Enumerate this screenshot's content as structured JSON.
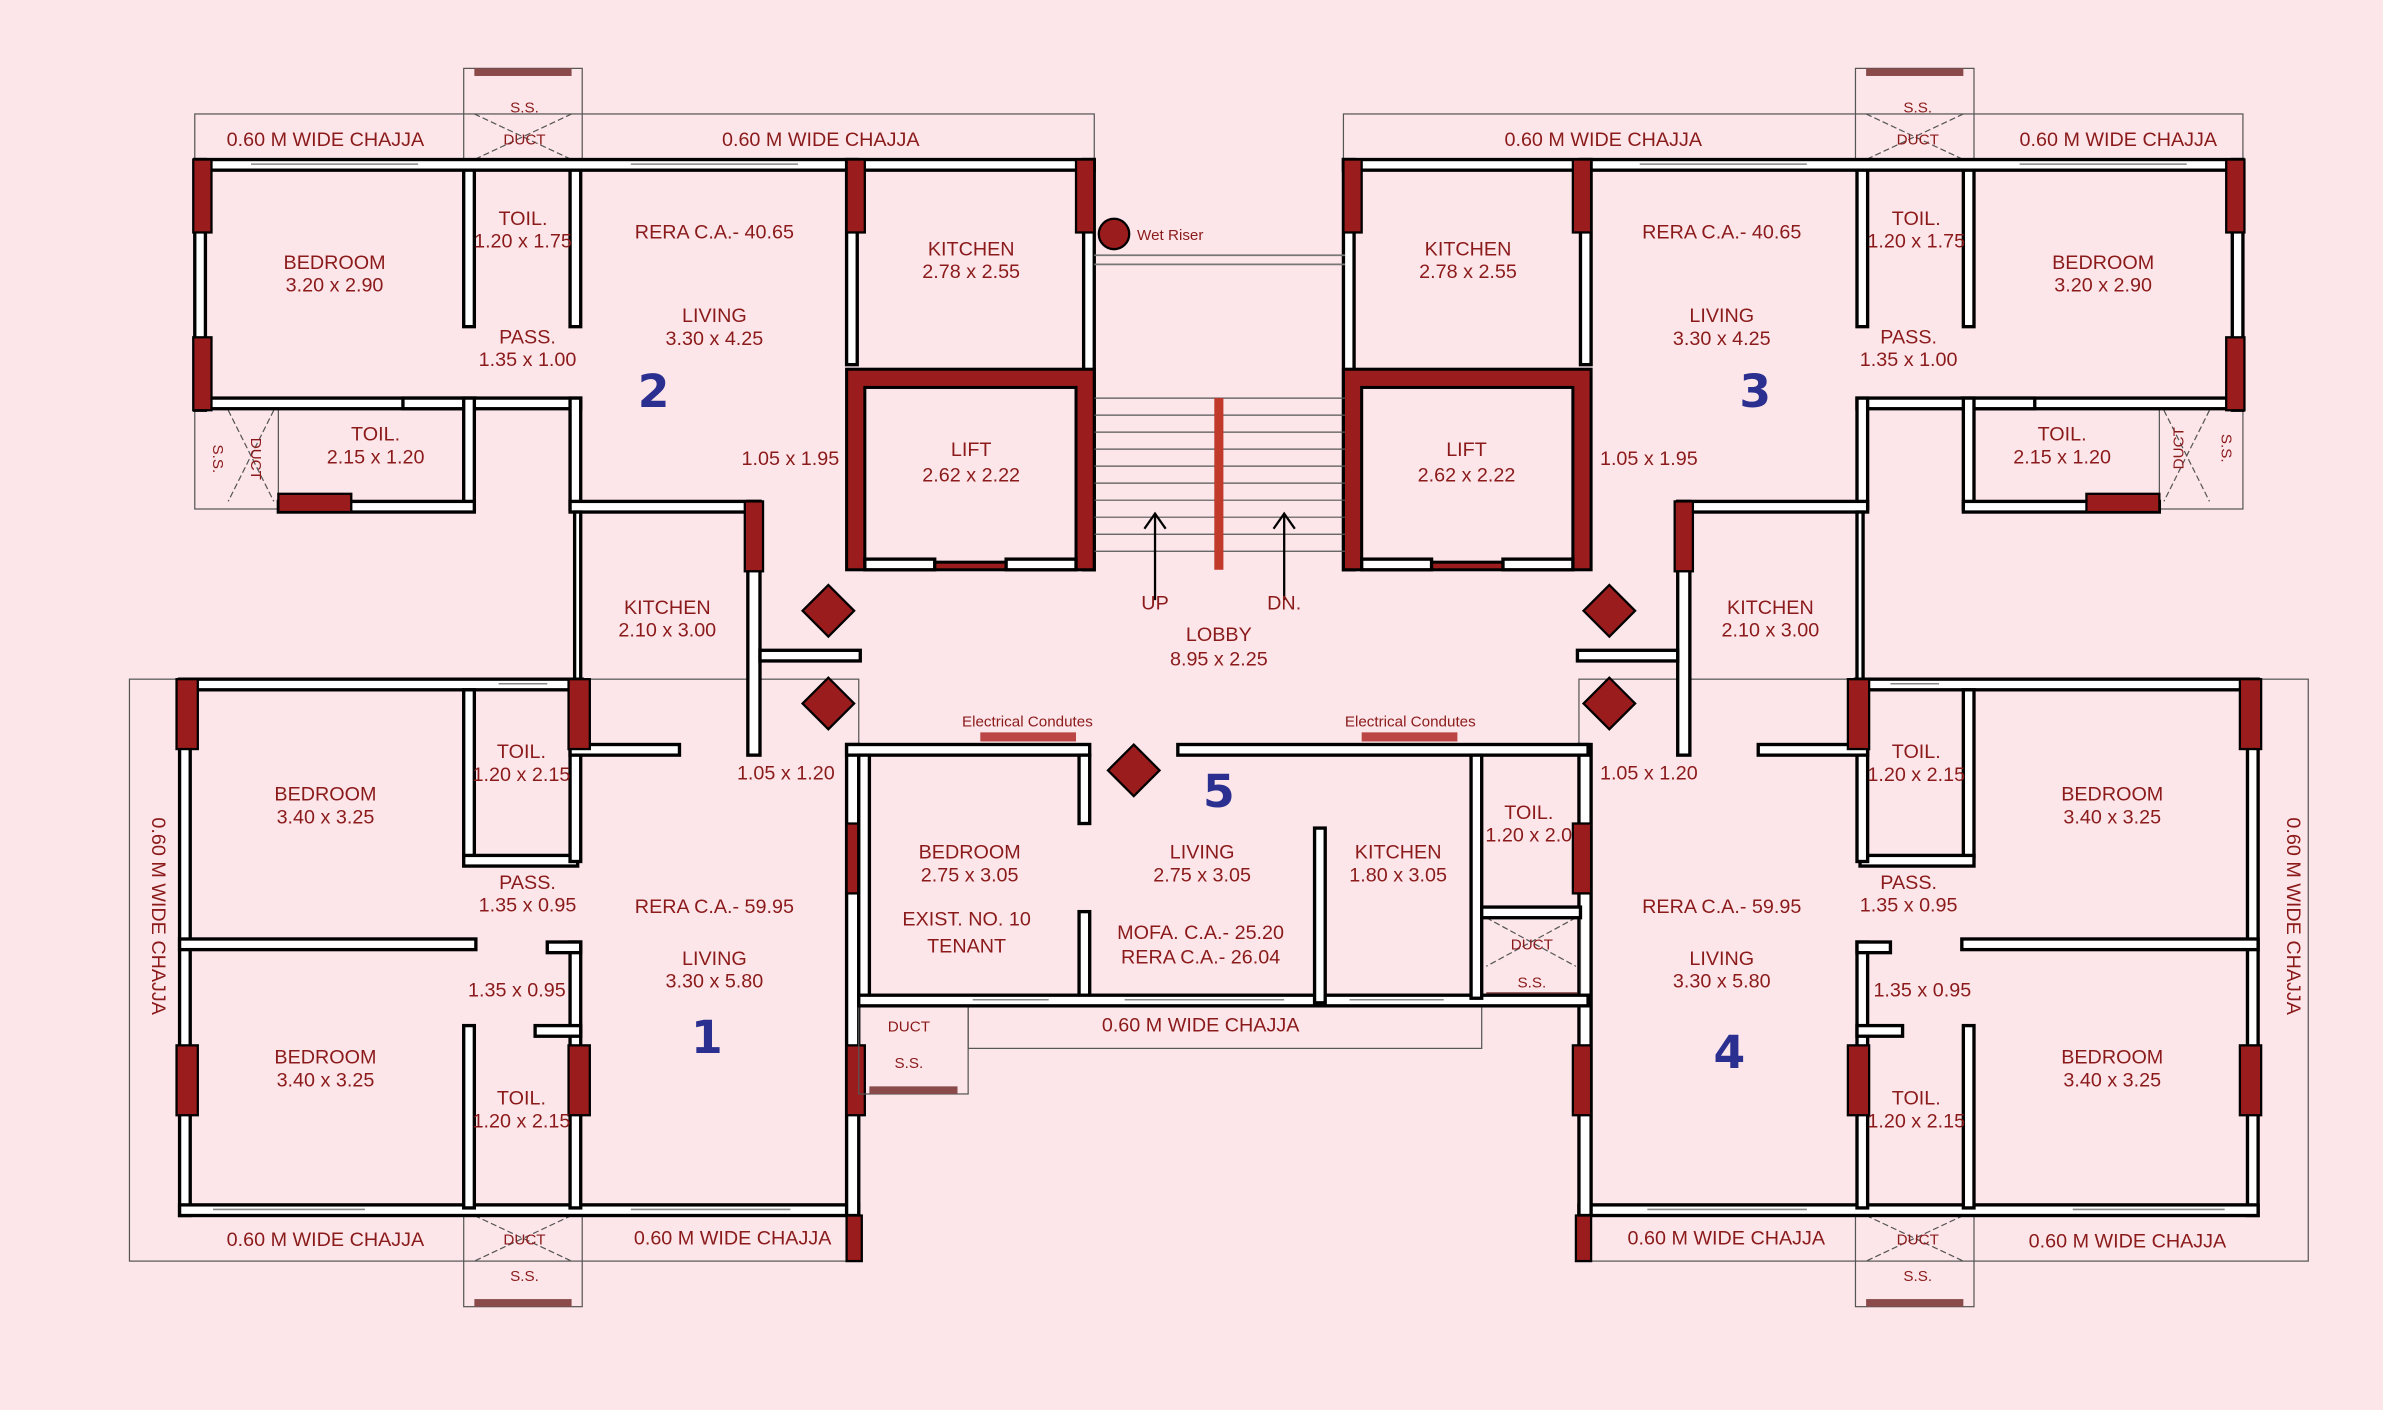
{
  "colors": {
    "background": "#fce6ea",
    "column": "#9b1c1c",
    "unit_number": "#2b2f8f",
    "label": "#8b1a1a"
  },
  "labels": {
    "u2_chajja_l": "0.60 M WIDE CHAJJA",
    "u2_ss": "S.S.",
    "u2_duct": "DUCT",
    "u2_chajja_r": "0.60 M WIDE CHAJJA",
    "u2_toil": "TOIL.",
    "u2_toil_dim": "1.20 x 1.75",
    "u2_rera": "RERA C.A.- 40.65",
    "u2_bed": "BEDROOM",
    "u2_bed_dim": "3.20 x 2.90",
    "u2_kit": "KITCHEN",
    "u2_kit_dim": "2.78 x 2.55",
    "u2_liv": "LIVING",
    "u2_liv_dim": "3.30 x 4.25",
    "u2_pass": "PASS.",
    "u2_pass_dim": "1.35 x 1.00",
    "u2_num": "2",
    "u2_toil2": "TOIL.",
    "u2_toil2_dim": "2.15 x 1.20",
    "u2_ss2": "S.S.",
    "u2_duct2": "DUCT",
    "u2_door": "1.05 x 1.95",
    "u2_lift": "LIFT",
    "u2_lift_dim": "2.62 x 2.22",
    "u2_kit2": "KITCHEN",
    "u2_kit2_dim": "2.10 x 3.00",
    "wet_riser": "Wet Riser",
    "up": "UP",
    "dn": "DN.",
    "lobby": "LOBBY",
    "lobby_dim": "8.95 x 2.25",
    "elec_l": "Electrical Condutes",
    "elec_r": "Electrical Condutes",
    "u1_door": "1.05 x 1.20",
    "u1_bed": "BEDROOM",
    "u1_bed_dim": "3.40 x 3.25",
    "u1_toil": "TOIL.",
    "u1_toil_dim": "1.20 x 2.15",
    "u1_pass": "PASS.",
    "u1_pass_dim": "1.35 x 0.95",
    "u1_rera": "RERA C.A.- 59.95",
    "u1_liv": "LIVING",
    "u1_liv_dim": "3.30 x 5.80",
    "u1_dim": "1.35 x 0.95",
    "u1_num": "1",
    "u1_bed2": "BEDROOM",
    "u1_bed2_dim": "3.40 x 3.25",
    "u1_toil2": "TOIL.",
    "u1_toil2_dim": "1.20 x 2.15",
    "u1_chajja_v": "0.60 M WIDE CHAJJA",
    "u1_chajja_b": "0.60 M WIDE CHAJJA",
    "u1_duct": "DUCT",
    "u1_ss": "S.S.",
    "u1_chajja_b2": "0.60 M WIDE CHAJJA",
    "u5_num": "5",
    "u5_bed": "BEDROOM",
    "u5_bed_dim": "2.75 x 3.05",
    "u5_exist": "EXIST. NO. 10",
    "u5_tenant": "TENANT",
    "u5_liv": "LIVING",
    "u5_liv_dim": "2.75 x 3.05",
    "u5_kit": "KITCHEN",
    "u5_kit_dim": "1.80 x 3.05",
    "u5_mofa": "MOFA. C.A.- 25.20",
    "u5_rera": "RERA C.A.- 26.04",
    "u5_toil": "TOIL.",
    "u5_toil_dim": "1.20 x 2.0",
    "u5_duct": "DUCT",
    "u5_ss": "S.S.",
    "u5_duct2": "DUCT",
    "u5_ss2": "S.S.",
    "u5_chajja": "0.60 M WIDE CHAJJA",
    "u3_chajja_l": "0.60 M WIDE CHAJJA",
    "u3_ss": "S.S.",
    "u3_duct": "DUCT",
    "u3_chajja_r": "0.60 M WIDE CHAJJA",
    "u3_kit": "KITCHEN",
    "u3_kit_dim": "2.78 x 2.55",
    "u3_rera": "RERA C.A.- 40.65",
    "u3_toil": "TOIL.",
    "u3_toil_dim": "1.20 x 1.75",
    "u3_bed": "BEDROOM",
    "u3_bed_dim": "3.20 x 2.90",
    "u3_liv": "LIVING",
    "u3_liv_dim": "3.30 x 4.25",
    "u3_pass": "PASS.",
    "u3_pass_dim": "1.35 x 1.00",
    "u3_num": "3",
    "u3_door": "1.05 x 1.95",
    "u3_lift": "LIFT",
    "u3_lift_dim": "2.62 x 2.22",
    "u3_toil2": "TOIL.",
    "u3_toil2_dim": "2.15 x 1.20",
    "u3_duct2": "DUCT",
    "u3_ss2": "S.S.",
    "u4_kit": "KITCHEN",
    "u4_kit_dim": "2.10 x 3.00",
    "u4_door": "1.05 x 1.20",
    "u4_toil": "TOIL.",
    "u4_toil_dim": "1.20 x 2.15",
    "u4_bed": "BEDROOM",
    "u4_bed_dim": "3.40 x 3.25",
    "u4_pass": "PASS.",
    "u4_pass_dim": "1.35 x 0.95",
    "u4_rera": "RERA C.A.- 59.95",
    "u4_liv": "LIVING",
    "u4_liv_dim": "3.30 x 5.80",
    "u4_dim": "1.35 x 0.95",
    "u4_num": "4",
    "u4_bed2": "BEDROOM",
    "u4_bed2_dim": "3.40 x 3.25",
    "u4_toil2": "TOIL.",
    "u4_toil2_dim": "1.20 x 2.15",
    "u4_chajja_v": "0.60 M WIDE CHAJJA",
    "u4_chajja_b": "0.60 M WIDE CHAJJA",
    "u4_duct": "DUCT",
    "u4_ss": "S.S.",
    "u4_chajja_b2": "0.60 M WIDE CHAJJA"
  }
}
